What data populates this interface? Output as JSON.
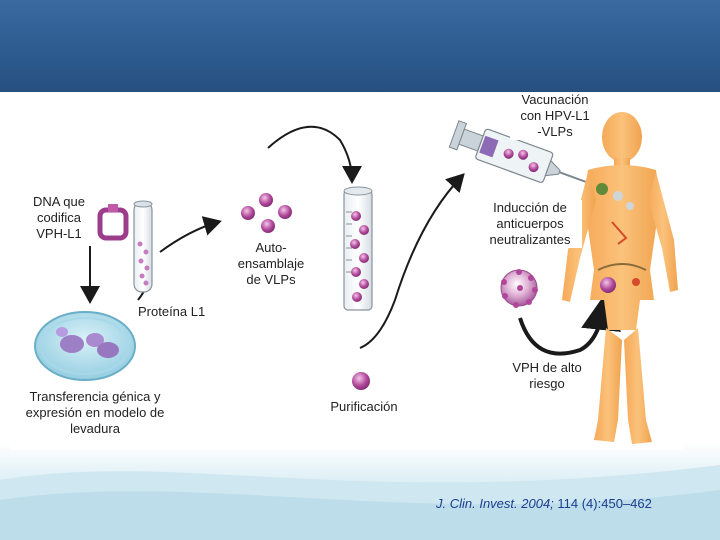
{
  "header": {
    "title": "",
    "subtitle": ""
  },
  "labels": {
    "vaccination": [
      "Vacunación",
      "con HPV-L1",
      "-VLPs"
    ],
    "dna": [
      "DNA que",
      "codifica",
      "VPH-L1"
    ],
    "self_assembly": [
      "Auto-",
      "ensamblaje",
      "de VLPs"
    ],
    "antibodies": [
      "Inducción de",
      "anticuerpos",
      "neutralizantes"
    ],
    "protein": "Proteína L1",
    "high_risk": [
      "VPH de alto",
      "riesgo"
    ],
    "transfer": [
      "Transferencia génica y",
      "expresión en modelo de",
      "levadura"
    ],
    "purification": "Purificación"
  },
  "citation": {
    "journal": "J. Clin. Invest. 2004;",
    "ref": " 114 (4):450–462"
  },
  "colors": {
    "header": "#2c5a8e",
    "vlp": "#b0479a",
    "body": "#f7b566",
    "arrow": "#1a1a1a",
    "citation": "#1a3d8f"
  }
}
